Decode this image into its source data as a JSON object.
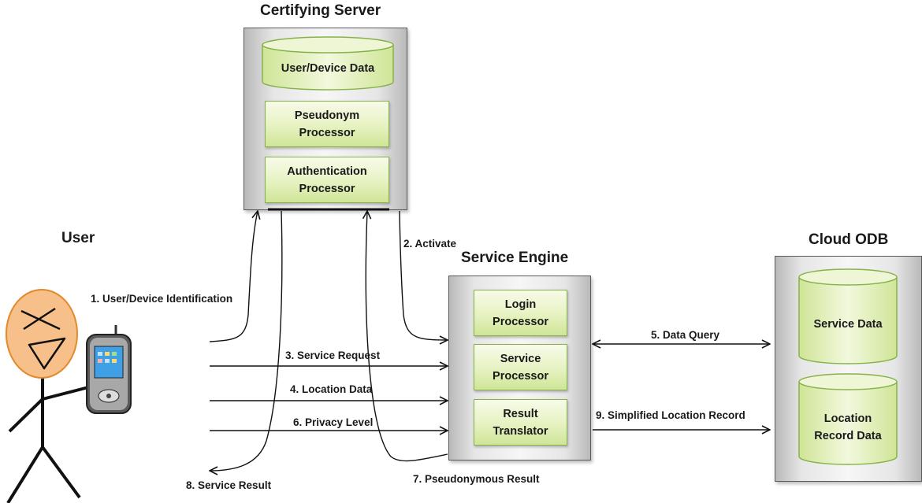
{
  "certifying_server": {
    "title": "Certifying Server",
    "db_label": "User/Device Data",
    "pseudonym_processor": "Pseudonym\nProcessor",
    "authentication_processor": "Authentication\nProcessor"
  },
  "service_engine": {
    "title": "Service Engine",
    "login_processor": "Login\nProcessor",
    "service_processor": "Service\nProcessor",
    "result_translator": "Result\nTranslator"
  },
  "cloud_odb": {
    "title": "Cloud ODB",
    "service_data": "Service Data",
    "location_record_data": "Location\nRecord Data"
  },
  "user": {
    "title": "User"
  },
  "flows": {
    "f1": "1. User/Device Identification",
    "f2": "2. Activate",
    "f3": "3. Service Request",
    "f4": "4. Location Data",
    "f5": "5. Data Query",
    "f6": "6. Privacy Level",
    "f7": "7. Pseudonymous Result",
    "f8": "8. Service Result",
    "f9": "9. Simplified Location Record"
  },
  "colors": {
    "green_fill": "#e6f2c1",
    "green_border": "#86b24a",
    "face_fill": "#f7c08a",
    "face_border": "#e08a2a",
    "phone_screen": "#3fa0e6"
  }
}
